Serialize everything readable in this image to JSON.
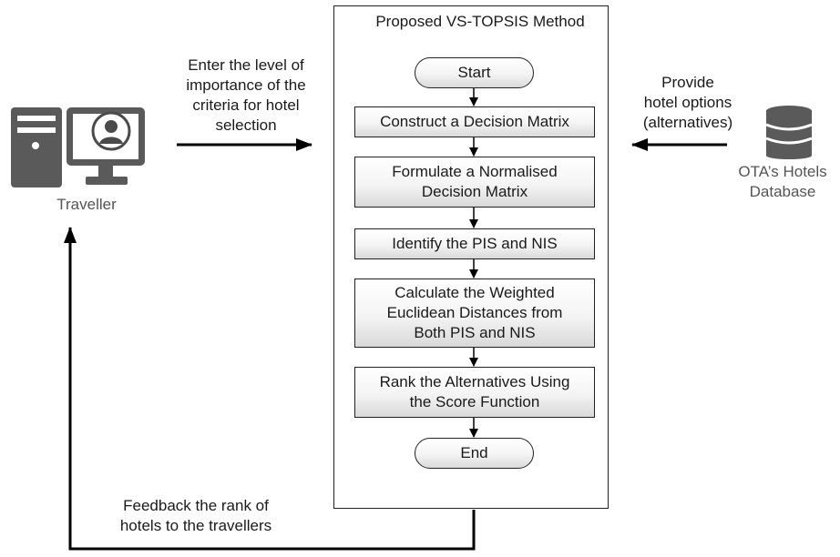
{
  "method": {
    "title": "Proposed VS-TOPSIS Method",
    "start": "Start",
    "end": "End",
    "steps": [
      "Construct a Decision Matrix",
      "Formulate a Normalised\nDecision Matrix",
      "Identify the PIS and NIS",
      "Calculate the Weighted\nEuclidean Distances from\nBoth PIS and NIS",
      "Rank the Alternatives Using\nthe Score Function"
    ]
  },
  "traveller": {
    "label": "Traveller",
    "input_text": "Enter the level of\nimportance of the\ncriteria for hotel\nselection",
    "feedback_text": "Feedback the rank of\nhotels to the travellers"
  },
  "database": {
    "label": "OTA’s Hotels\nDatabase",
    "input_text": "Provide\nhotel options\n(alternatives)"
  }
}
